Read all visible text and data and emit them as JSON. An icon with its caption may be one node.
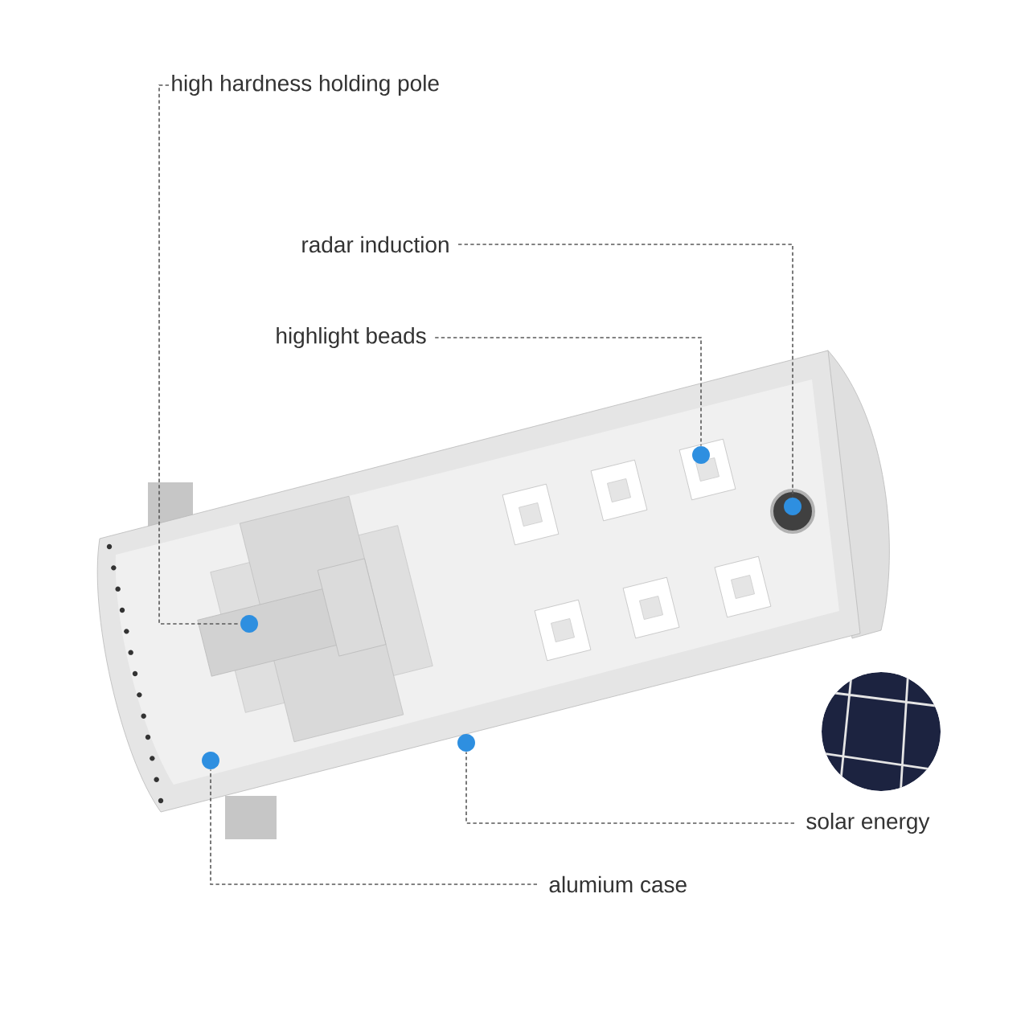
{
  "diagram": {
    "nodes": [
      {
        "text": [
          "high hardness holding pole"
        ]
      },
      {
        "text": [
          "radar induction"
        ]
      },
      {
        "text": [
          "highlight beads"
        ]
      },
      {
        "text": [
          "solar energy"
        ]
      },
      {
        "text": [
          "alumium case"
        ]
      },
      {
        "text": [],
        "shape": "circle"
      },
      {
        "text": [],
        "shape": "circle"
      },
      {
        "text": [],
        "shape": "circle"
      },
      {
        "text": [],
        "shape": "circle"
      },
      {
        "text": [],
        "shape": "circle"
      }
    ],
    "edges": [
      {
        "from": 0,
        "to": 6,
        "arrow": "none",
        "style": "dashed"
      },
      {
        "from": 1,
        "to": 9,
        "arrow": "none",
        "style": "dashed"
      },
      {
        "from": 2,
        "to": 8,
        "arrow": "none",
        "style": "dashed"
      },
      {
        "from": 3,
        "to": 7,
        "arrow": "none",
        "style": "dashed"
      },
      {
        "from": 4,
        "to": 5,
        "arrow": "none",
        "style": "dashed"
      }
    ]
  }
}
